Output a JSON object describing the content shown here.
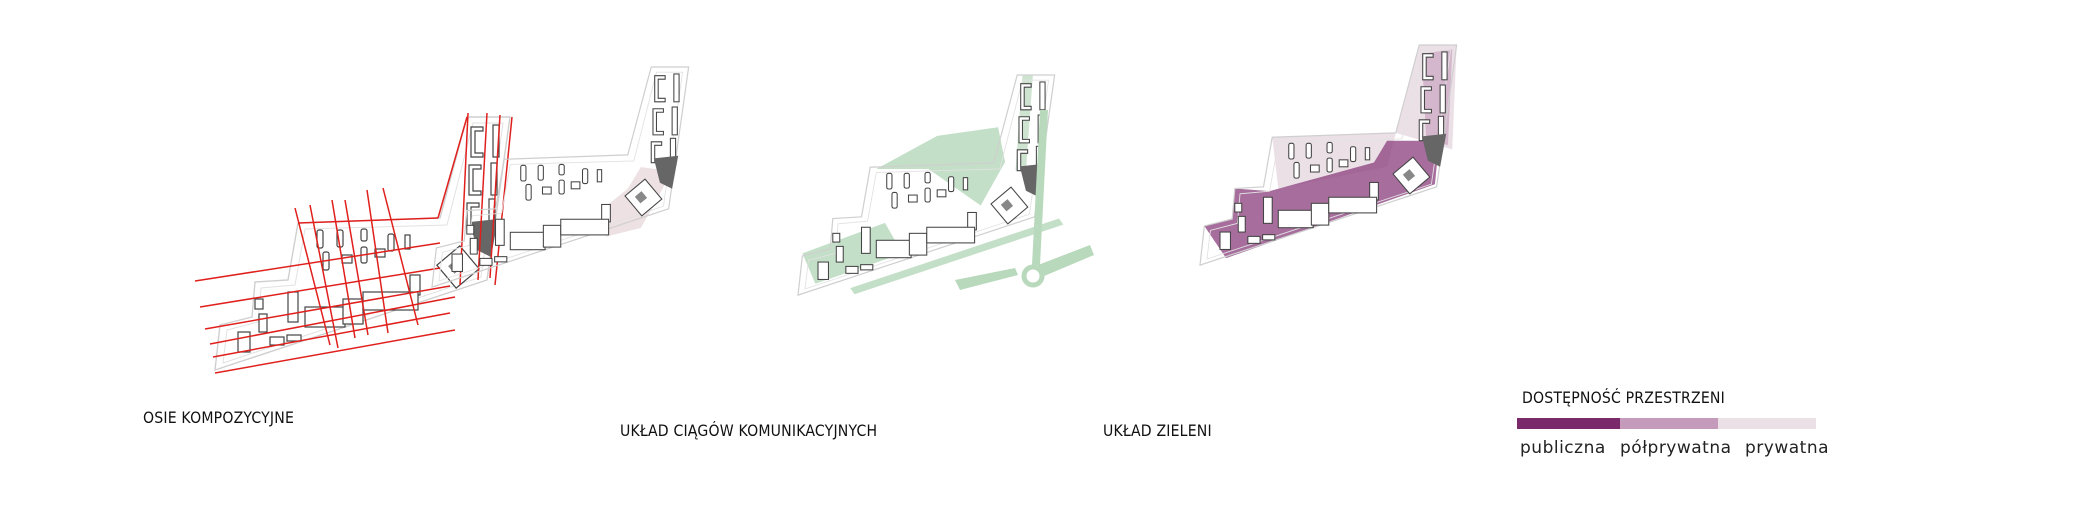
{
  "panels": [
    {
      "title": "OSIE KOMPOZYCYJNE"
    },
    {
      "title": "UKŁAD CIĄGÓW KOMUNIKACYJNYCH"
    },
    {
      "title": "UKŁAD ZIELENI"
    },
    {
      "title": "DOSTĘPNOŚĆ PRZESTRZENI"
    }
  ],
  "legend": {
    "items": [
      {
        "label": "publiczna",
        "color": "#7a2a6a"
      },
      {
        "label": "półprywatna",
        "color": "#c49bbb"
      },
      {
        "label": "prywatna",
        "color": "#ece0e7"
      }
    ]
  },
  "colors": {
    "axes": "#e0201c",
    "greenery": "#b9d9bd",
    "outline": "#c8c8c8",
    "building_shadow": "#555555"
  }
}
